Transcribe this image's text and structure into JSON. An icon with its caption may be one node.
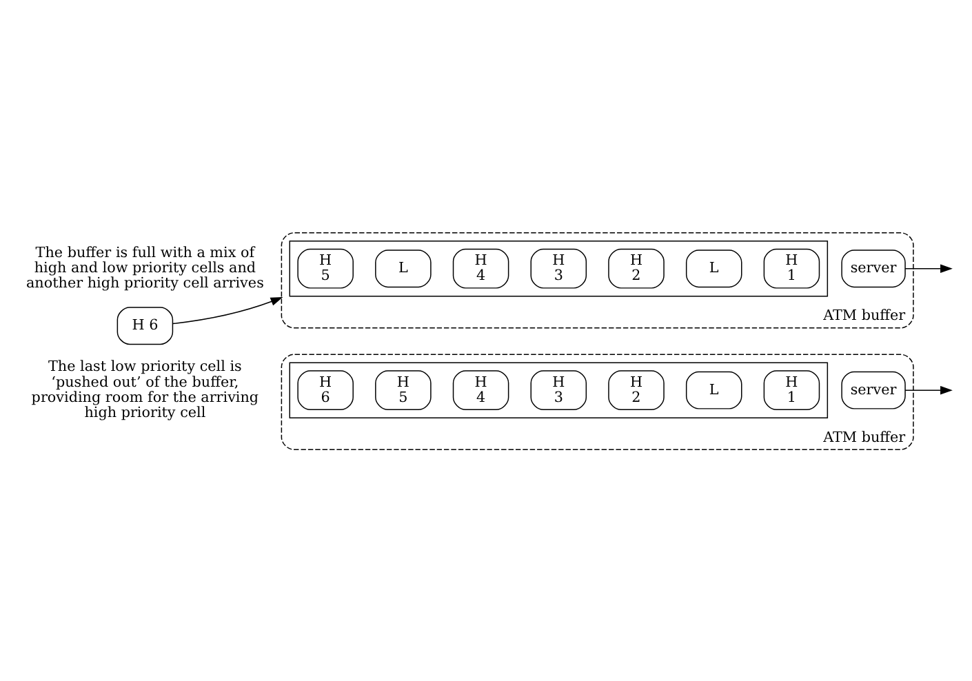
{
  "diagram": {
    "nodes": [
      {
        "text": [
          "ATM buffer"
        ]
      },
      {
        "text": [],
        "shape": "box",
        "in": 0
      },
      {
        "text": [
          "H 5"
        ],
        "in": 1
      },
      {
        "text": [
          "L"
        ],
        "in": 1
      },
      {
        "text": [
          "H 4"
        ],
        "in": 1
      },
      {
        "text": [
          "H 3"
        ],
        "in": 1
      },
      {
        "text": [
          "H 2"
        ],
        "in": 1
      },
      {
        "text": [
          "L"
        ],
        "in": 1
      },
      {
        "text": [
          "H 1"
        ],
        "in": 1
      },
      {
        "text": [
          "server"
        ],
        "in": 0
      },
      {
        "text": [
          "H 6"
        ]
      },
      {
        "text": [
          "ATM buffer"
        ]
      },
      {
        "text": [],
        "shape": "box",
        "in": 11
      },
      {
        "text": [
          "H 6"
        ],
        "in": 12
      },
      {
        "text": [
          "H 5"
        ],
        "in": 12
      },
      {
        "text": [
          "H 4"
        ],
        "in": 12
      },
      {
        "text": [
          "H 3"
        ],
        "in": 12
      },
      {
        "text": [
          "H 2"
        ],
        "in": 12
      },
      {
        "text": [
          "L"
        ],
        "in": 12
      },
      {
        "text": [
          "H 1"
        ],
        "in": 12
      },
      {
        "text": [
          "server"
        ],
        "in": 11
      }
    ],
    "edges": [
      {
        "from": 10,
        "to": 0,
        "arrow": "to"
      },
      {
        "from": 9,
        "to": null,
        "arrow": "to"
      },
      {
        "from": 20,
        "to": null,
        "arrow": "to"
      }
    ],
    "labels": [
      "The buffer is full with a mix of high and low priority cells and another high priority cell arrives",
      "The last low priority cell is ‘pushed out’ of the buffer, providing room for the arriving high priority cell"
    ]
  }
}
